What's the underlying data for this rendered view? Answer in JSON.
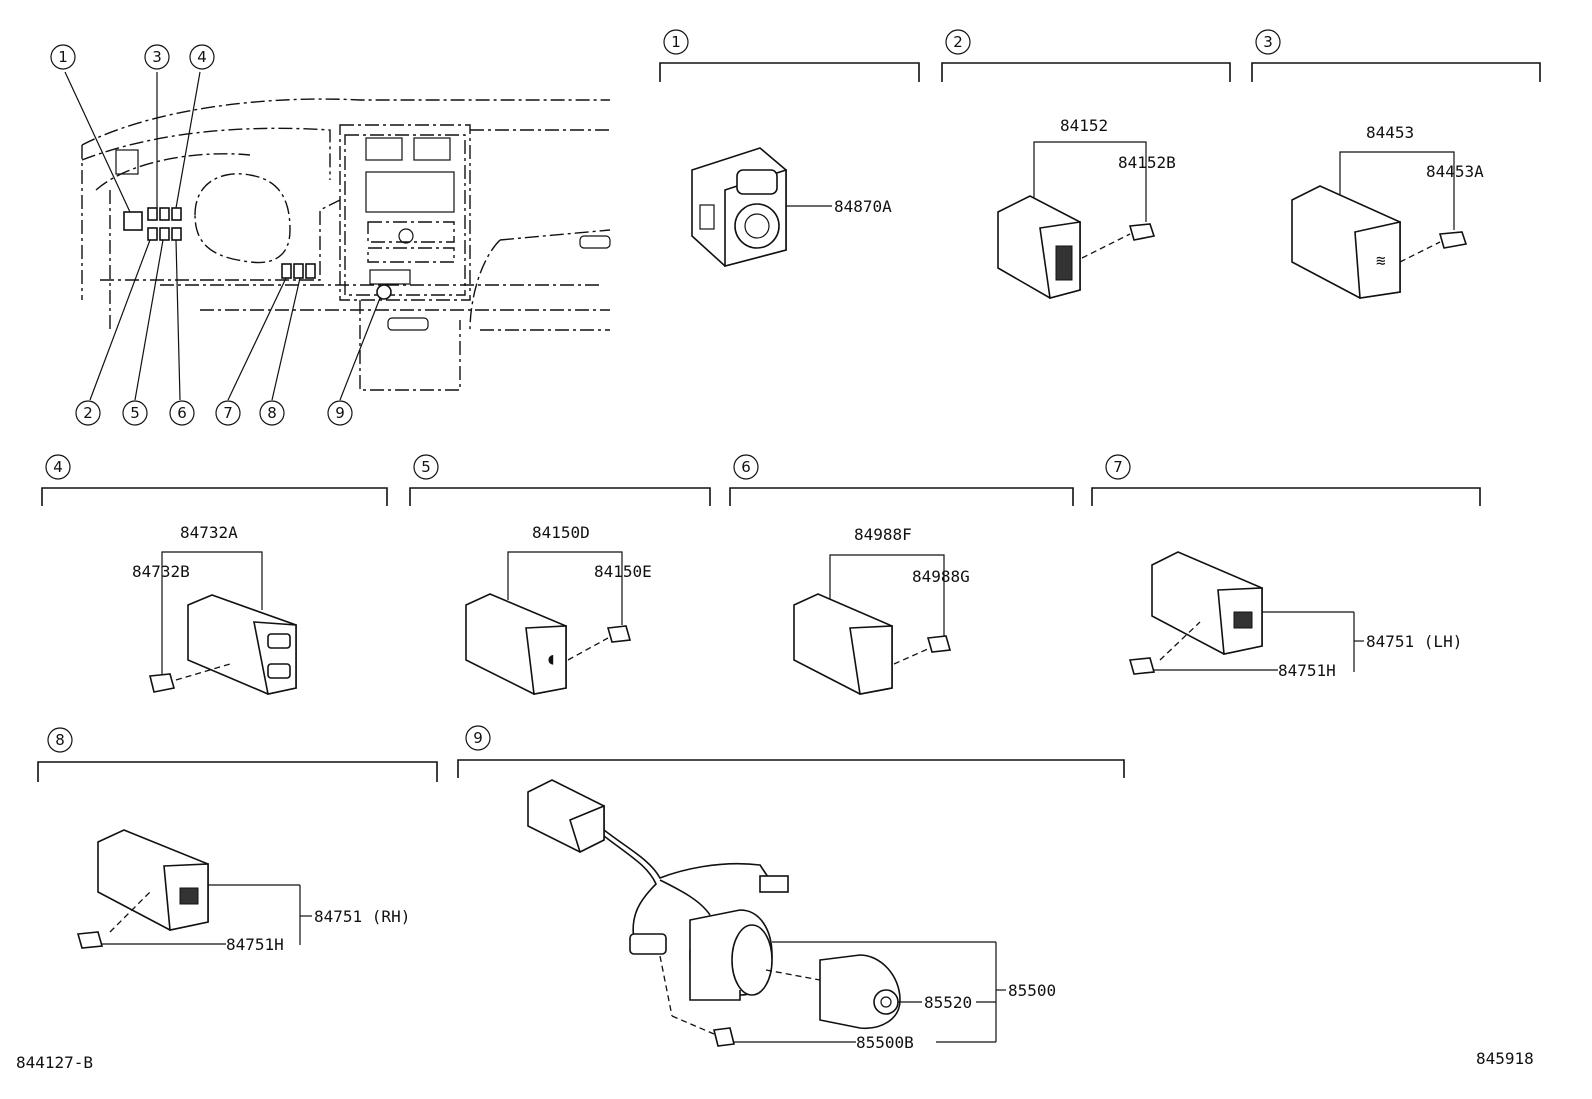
{
  "diagram": {
    "refs": {
      "left": "844127-B",
      "right": "845918"
    },
    "dashboard_callouts": [
      "1",
      "3",
      "4",
      "2",
      "5",
      "6",
      "7",
      "8",
      "9"
    ],
    "sections": [
      {
        "id": "1",
        "parts": [
          "84870A"
        ]
      },
      {
        "id": "2",
        "parts": [
          "84152",
          "84152B"
        ]
      },
      {
        "id": "3",
        "parts": [
          "84453",
          "84453A"
        ]
      },
      {
        "id": "4",
        "parts": [
          "84732A",
          "84732B"
        ]
      },
      {
        "id": "5",
        "parts": [
          "84150D",
          "84150E"
        ]
      },
      {
        "id": "6",
        "parts": [
          "84988F",
          "84988G"
        ]
      },
      {
        "id": "7",
        "parts": [
          "84751 (LH)",
          "84751H"
        ]
      },
      {
        "id": "8",
        "parts": [
          "84751 (RH)",
          "84751H"
        ]
      },
      {
        "id": "9",
        "parts": [
          "85500",
          "85520",
          "85500B"
        ]
      }
    ]
  }
}
